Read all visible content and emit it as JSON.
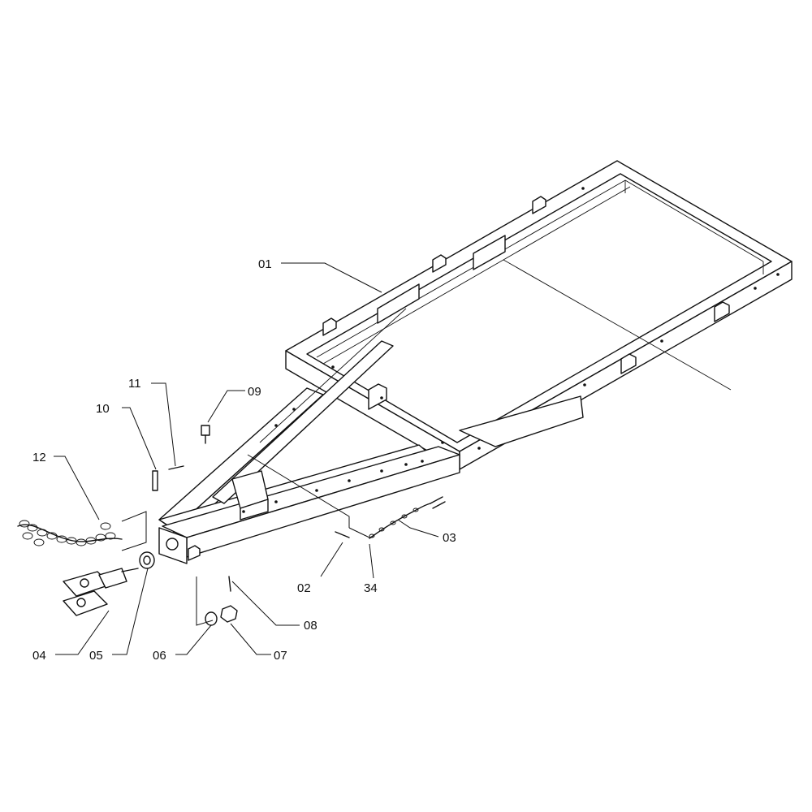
{
  "callouts": [
    {
      "id": "01",
      "text": "01"
    },
    {
      "id": "02",
      "text": "02"
    },
    {
      "id": "03",
      "text": "03"
    },
    {
      "id": "04",
      "text": "04"
    },
    {
      "id": "05",
      "text": "05"
    },
    {
      "id": "06",
      "text": "06"
    },
    {
      "id": "07",
      "text": "07"
    },
    {
      "id": "08",
      "text": "08"
    },
    {
      "id": "09",
      "text": "09"
    },
    {
      "id": "10",
      "text": "10"
    },
    {
      "id": "11",
      "text": "11"
    },
    {
      "id": "12",
      "text": "12"
    },
    {
      "id": "34",
      "text": "34"
    }
  ]
}
